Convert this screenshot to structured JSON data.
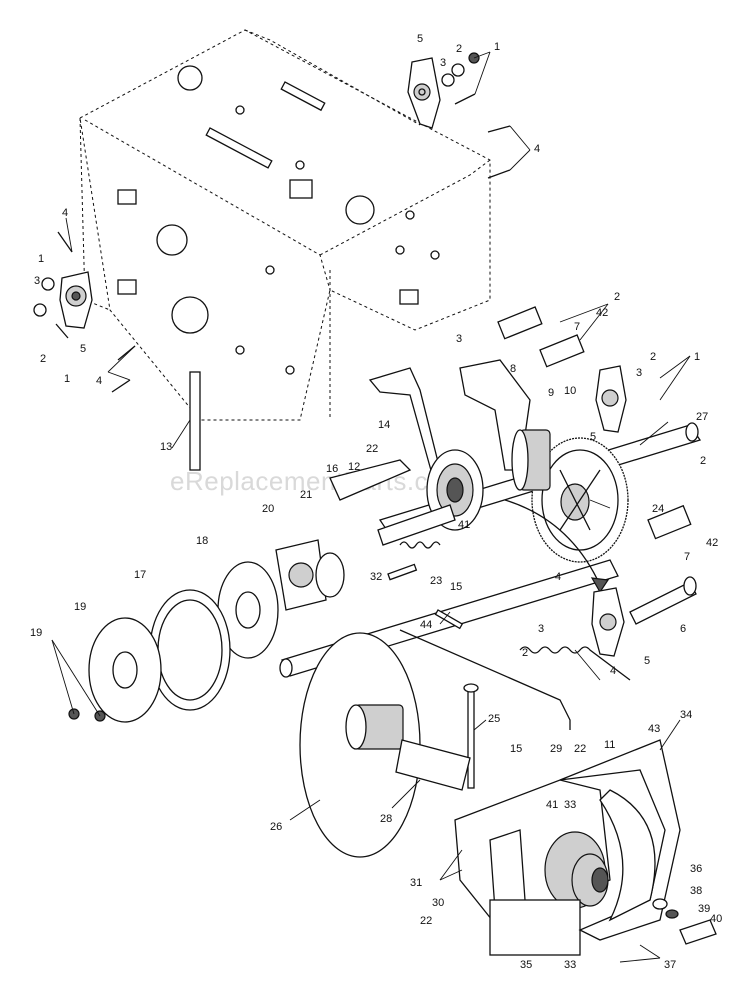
{
  "watermark": "eReplacementParts.com",
  "labels": {
    "l1a": "1",
    "l2a": "2",
    "l3a": "3",
    "l5a": "5",
    "l4a": "4",
    "l4b": "4",
    "l1b": "1",
    "l3b": "3",
    "l5b": "5",
    "l2b": "2",
    "l1c": "1",
    "l4c": "4",
    "l2c": "2",
    "l42a": "42",
    "l7a": "7",
    "l3c": "3",
    "l8": "8",
    "l1d": "1",
    "l2d": "2",
    "l3d": "3",
    "l5c": "5",
    "l9": "9",
    "l10": "10",
    "l27": "27",
    "l13": "13",
    "l14": "14",
    "l22a": "22",
    "l12": "12",
    "l16": "16",
    "l2e": "2",
    "l42b": "42",
    "l7b": "7",
    "l24": "24",
    "l41a": "41",
    "l20": "20",
    "l21": "21",
    "l18": "18",
    "l17": "17",
    "l19a": "19",
    "l19b": "19",
    "l23": "23",
    "l15a": "15",
    "l32": "32",
    "l44": "44",
    "l4d": "4",
    "l3e": "3",
    "l2f": "2",
    "l4e": "4",
    "l5d": "5",
    "l6": "6",
    "l43": "43",
    "l11": "11",
    "l25": "25",
    "l26": "26",
    "l28": "28",
    "l15b": "15",
    "l29": "29",
    "l22b": "22",
    "l34": "34",
    "l41b": "41",
    "l33a": "33",
    "l31": "31",
    "l30": "30",
    "l22c": "22",
    "l36": "36",
    "l38": "38",
    "l39": "39",
    "l40": "40",
    "l35": "35",
    "l33b": "33",
    "l37": "37"
  }
}
